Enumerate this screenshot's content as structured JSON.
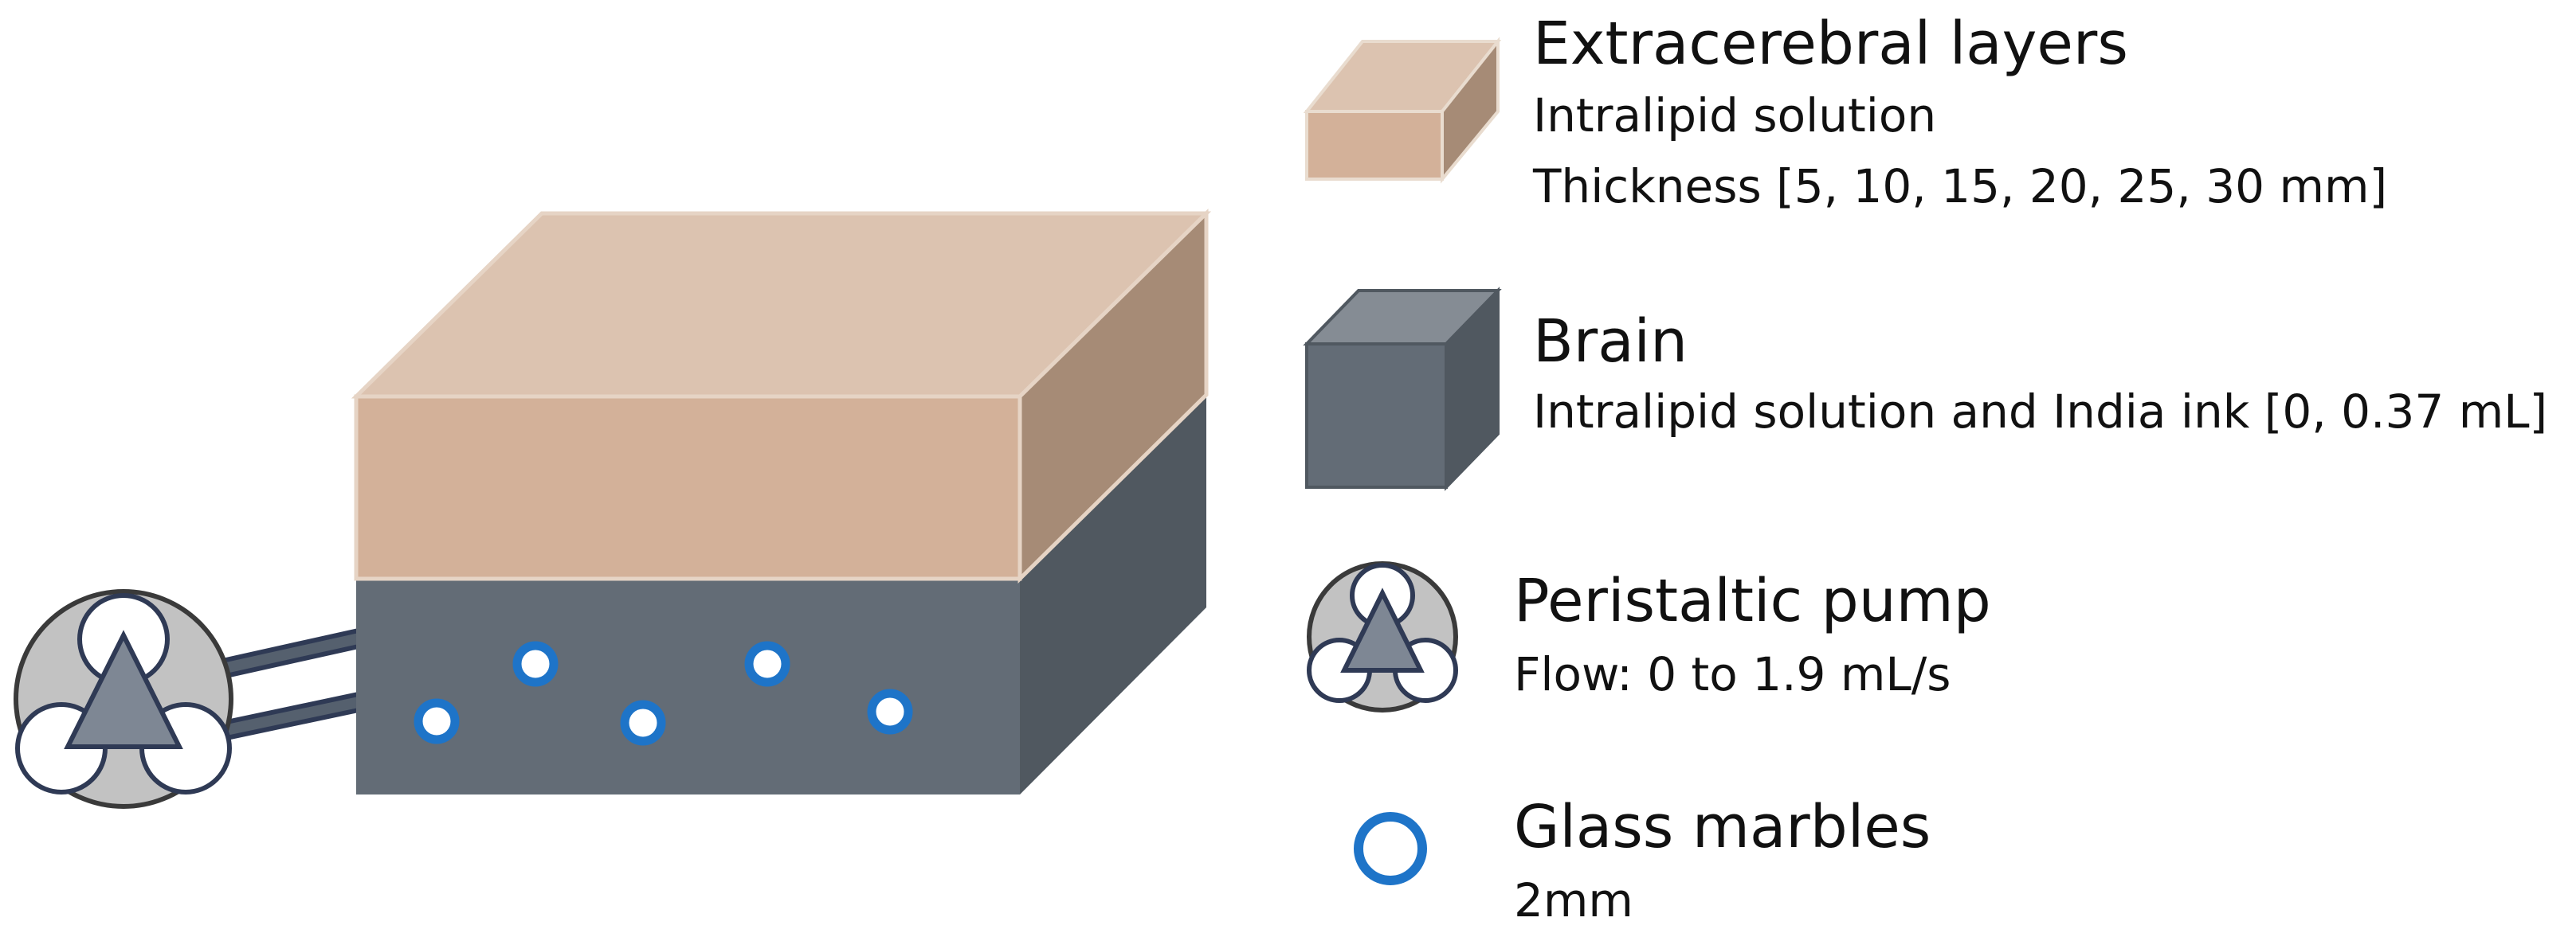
{
  "colors": {
    "tan_top": "#dcc3b0",
    "tan_front": "#d3b199",
    "tan_side": "#a68b76",
    "slate_front": "#636c76",
    "slate_side": "#505860",
    "slate_top": "#858c94",
    "marble_ring": "#1e74c8",
    "pump_body": "#c2c2c2",
    "pump_triangle": "#7e8794",
    "pump_outline": "#2f3a55"
  },
  "diagram": {
    "marble_count": 5
  },
  "legend": {
    "extracerebral": {
      "icon": "tan-cube-icon",
      "title": "Extracerebral layers",
      "lines": [
        "Intralipid solution",
        "Thickness [5, 10, 15, 20, 25, 30 mm]"
      ]
    },
    "brain": {
      "icon": "slate-cube-icon",
      "title": "Brain",
      "lines": [
        "Intralipid solution and India ink [0, 0.37 mL]"
      ]
    },
    "pump": {
      "icon": "peristaltic-pump-icon",
      "title": "Peristaltic pump",
      "lines": [
        "Flow: 0 to 1.9 mL/s"
      ]
    },
    "marbles": {
      "icon": "glass-marble-icon",
      "title": "Glass marbles",
      "lines": [
        "2mm"
      ]
    }
  }
}
